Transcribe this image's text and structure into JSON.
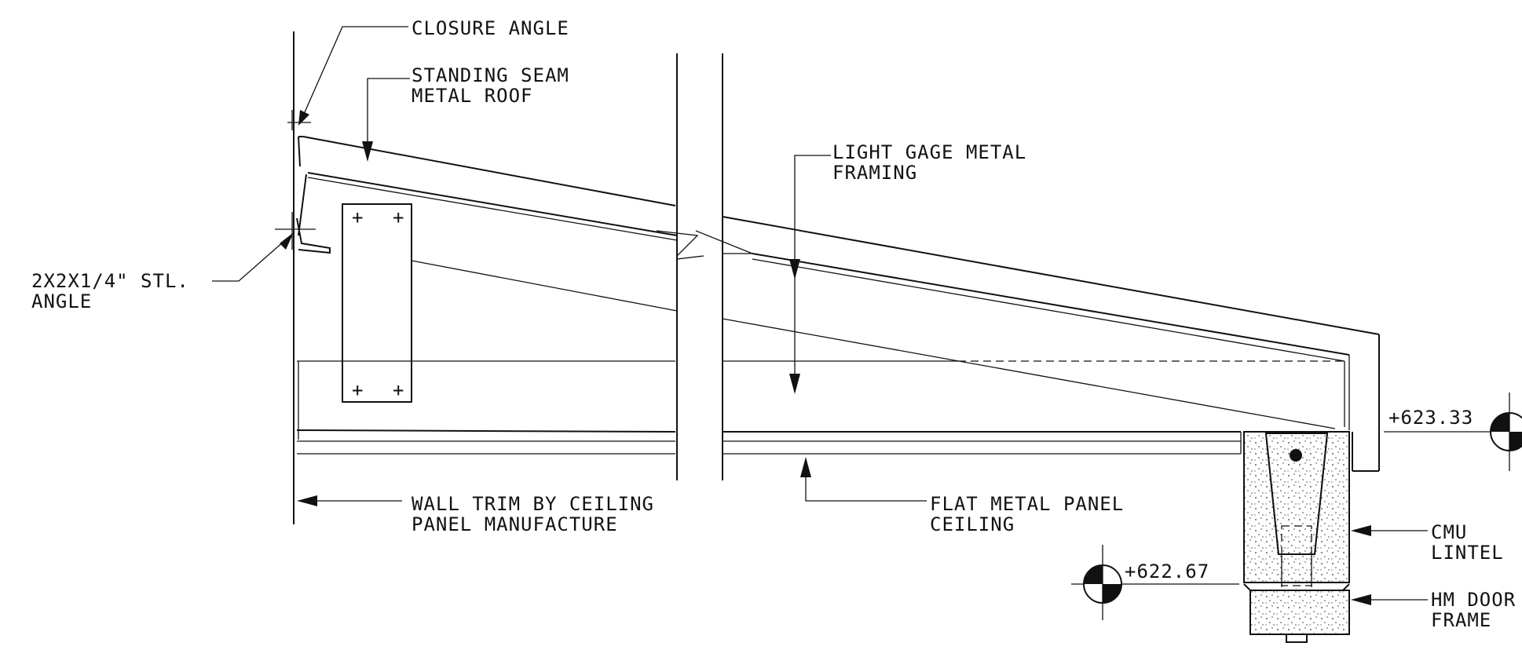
{
  "labels": {
    "closure_angle": "CLOSURE ANGLE",
    "standing_seam_1": "STANDING SEAM",
    "standing_seam_2": "METAL ROOF",
    "light_gage_1": "LIGHT GAGE METAL",
    "light_gage_2": "FRAMING",
    "stl_angle_1": "2X2X1/4\" STL.",
    "stl_angle_2": "ANGLE",
    "wall_trim_1": "WALL TRIM BY CEILING",
    "wall_trim_2": "PANEL MANUFACTURE",
    "flat_panel_1": "FLAT METAL PANEL",
    "flat_panel_2": "CEILING",
    "cmu_1": "CMU",
    "cmu_2": "LINTEL",
    "hm_door_1": "HM DOOR",
    "hm_door_2": "FRAME"
  },
  "elevations": {
    "upper": "+623.33",
    "lower": "+622.67"
  }
}
